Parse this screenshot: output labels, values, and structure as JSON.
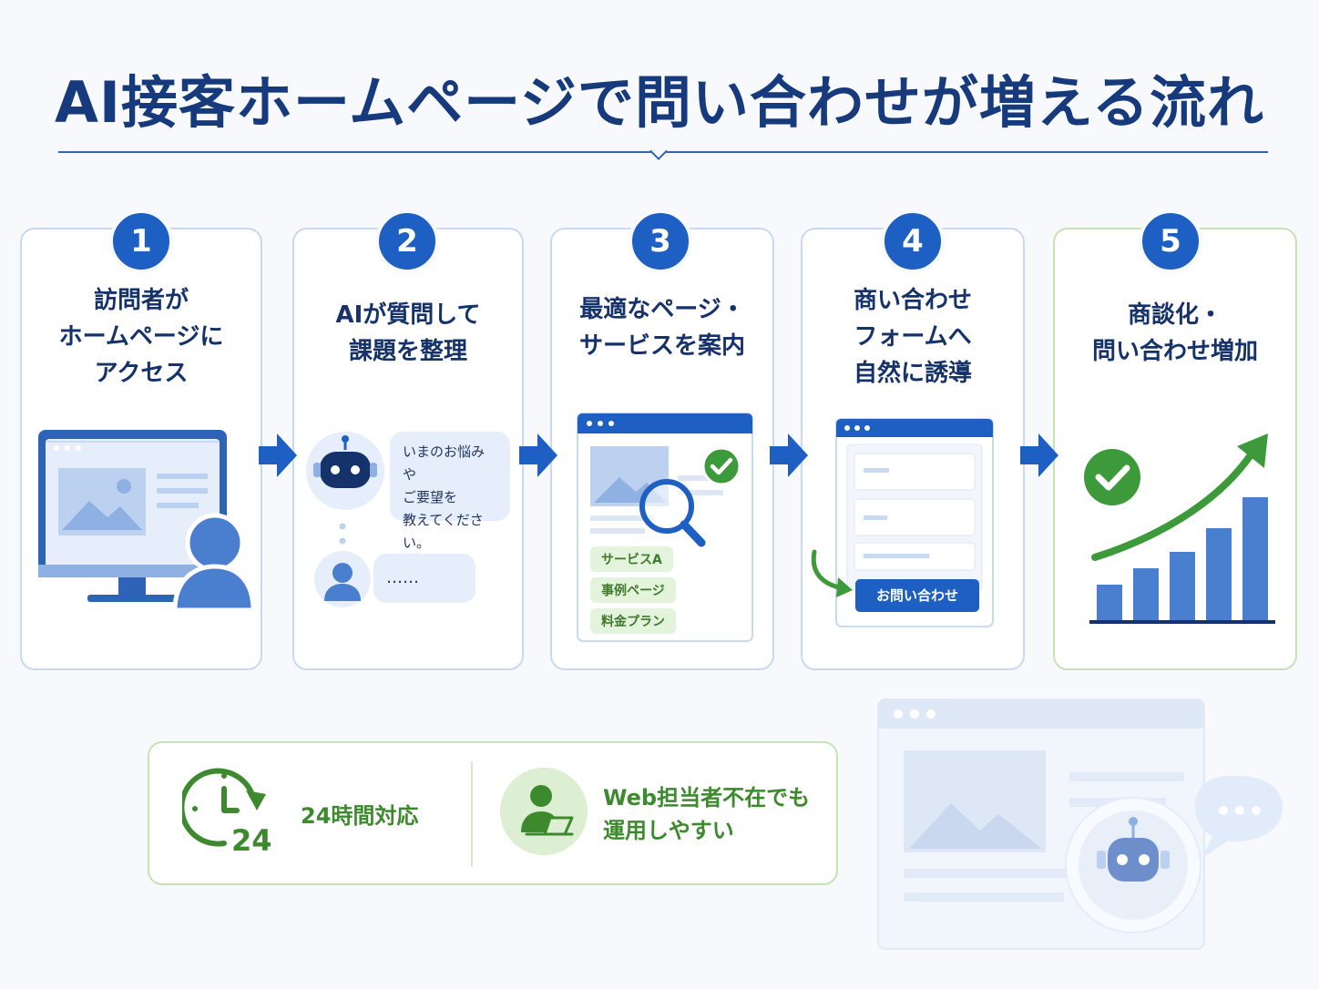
{
  "title": "AI接客ホームページで問い合わせが増える流れ",
  "steps": [
    {
      "number": "1",
      "lines": [
        "訪問者が",
        "ホームページに",
        "アクセス"
      ]
    },
    {
      "number": "2",
      "lines": [
        "AIが質問して",
        "課題を整理"
      ]
    },
    {
      "number": "3",
      "lines": [
        "最適なページ・",
        "サービスを案内"
      ]
    },
    {
      "number": "4",
      "lines": [
        "商い合わせ",
        "フォームへ",
        "自然に誘導"
      ]
    },
    {
      "number": "5",
      "lines": [
        "商談化・",
        "問い合わせ増加"
      ]
    }
  ],
  "chat": {
    "ai_lines": [
      "いまのお悩みや",
      "ご要望を",
      "教えてください。"
    ],
    "user_reply": "……"
  },
  "guide_tags": [
    "サービスA",
    "事例ページ",
    "料金プラン"
  ],
  "inquiry_button": "お問い合わせ",
  "features": [
    {
      "icon": "clock-24-icon",
      "lines": [
        "24時間対応"
      ],
      "clock_number": "24"
    },
    {
      "icon": "person-laptop-icon",
      "lines": [
        "Web担当者不在でも",
        "運用しやすい"
      ]
    }
  ],
  "colors": {
    "primary_blue": "#1d5fc2",
    "navy": "#163a7c",
    "green": "#3d8a2e",
    "light_blue": "#e6eefb"
  }
}
